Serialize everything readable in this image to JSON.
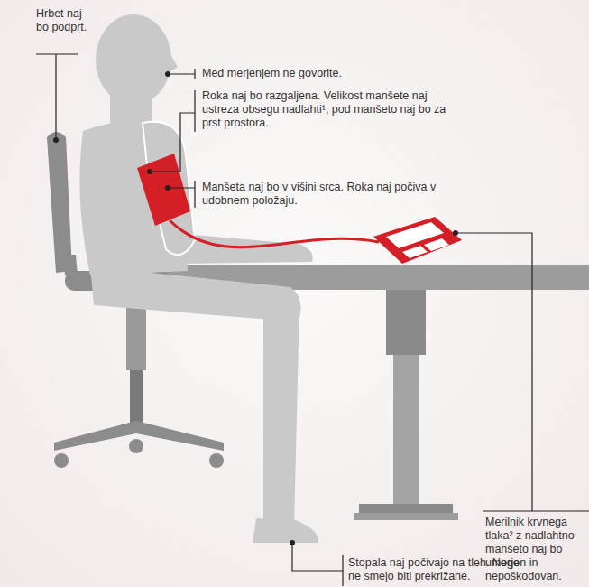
{
  "diagram": {
    "labels": [
      "Hrbet naj bo podprt.",
      "Med merjenjem ne govorite.",
      "Roka naj bo razgaljena. Velikost manšete naj ustreza obsegu nadlahti¹, pod manšeto naj bo za prst prostora.",
      "Manšeta naj bo v višini srca. Roka naj počiva v udobnem položaju.",
      "Merilnik krvnega tlaka² z nadlahtno manšeto naj bo umerjen in nepoškodovan.",
      "Stopala naj počivajo na tleh. Noge ne smejo biti prekrižane."
    ]
  }
}
